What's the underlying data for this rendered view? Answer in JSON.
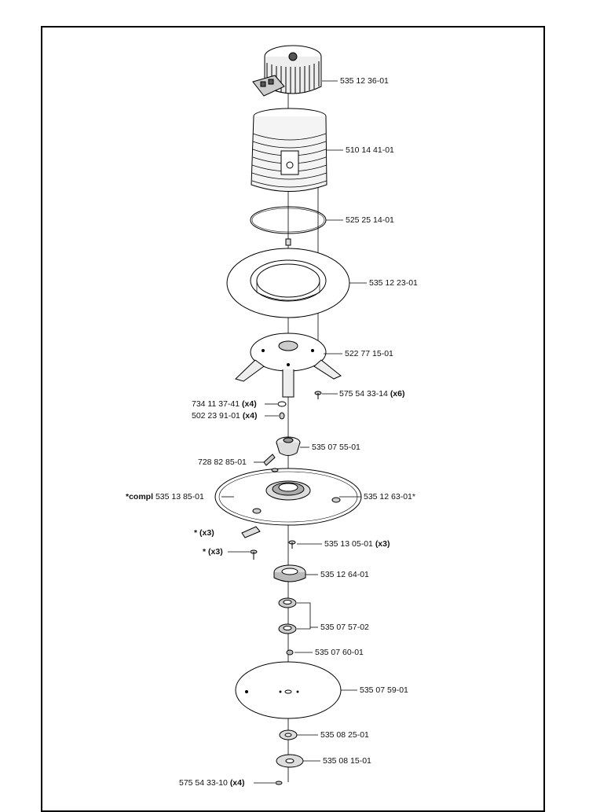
{
  "parts": [
    {
      "id": "motor",
      "number": "535 12 36-01",
      "qty": ""
    },
    {
      "id": "cover",
      "number": "510 14 41-01",
      "qty": ""
    },
    {
      "id": "gasket",
      "number": "525 25 14-01",
      "qty": ""
    },
    {
      "id": "collar",
      "number": "535 12 23-01",
      "qty": ""
    },
    {
      "id": "bracket",
      "number": "522 77 15-01",
      "qty": ""
    },
    {
      "id": "screw-bracket",
      "number": "575 54 33-14",
      "qty": "(x6)"
    },
    {
      "id": "washer",
      "number": "734 11 37-41",
      "qty": "(x4)"
    },
    {
      "id": "washer2",
      "number": "502 23 91-01",
      "qty": "(x4)"
    },
    {
      "id": "hub",
      "number": "535 07 55-01",
      "qty": ""
    },
    {
      "id": "pin",
      "number": "728 82 85-01",
      "qty": ""
    },
    {
      "id": "plate",
      "number": "535 12 63-01*",
      "qty": ""
    },
    {
      "id": "compl",
      "prefix": "*compl",
      "number": "535 13 85-01",
      "qty": ""
    },
    {
      "id": "star-clip",
      "number": "*",
      "qty": "(x3)"
    },
    {
      "id": "star-screw",
      "number": "*",
      "qty": "(x3)"
    },
    {
      "id": "screw-plate",
      "number": "535 13 05-01",
      "qty": "(x3)"
    },
    {
      "id": "bearing-hub",
      "number": "535 12 64-01",
      "qty": ""
    },
    {
      "id": "bearings",
      "number": "535 07 57-02",
      "qty": ""
    },
    {
      "id": "nut",
      "number": "535 07 60-01",
      "qty": ""
    },
    {
      "id": "disc",
      "number": "535 07 59-01",
      "qty": ""
    },
    {
      "id": "spacer",
      "number": "535 08 25-01",
      "qty": ""
    },
    {
      "id": "flange",
      "number": "535 08 15-01",
      "qty": ""
    },
    {
      "id": "screw-bottom",
      "number": "575 54 33-10",
      "qty": "(x4)"
    }
  ]
}
